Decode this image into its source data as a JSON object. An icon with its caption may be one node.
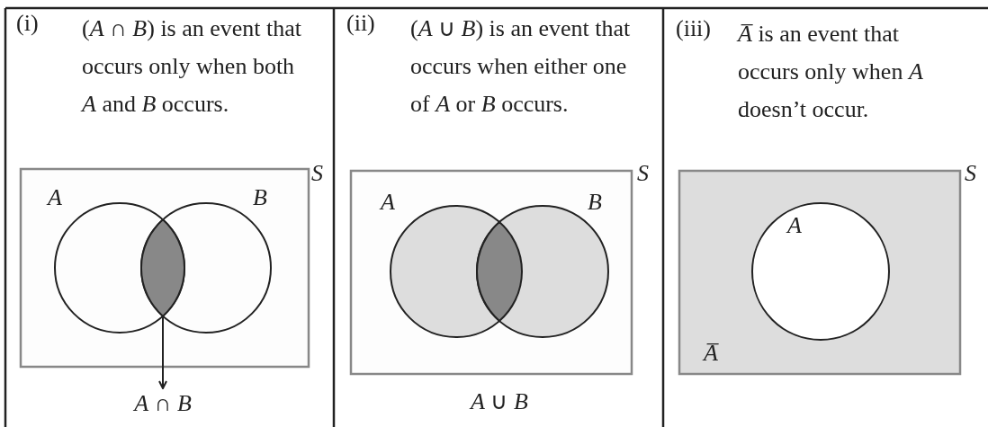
{
  "diagram": {
    "nodes": [
      {
        "text": [],
        "shape": "lens"
      },
      {
        "text": [
          "*A* ∩ *B*"
        ]
      }
    ],
    "edges": [
      {
        "from": 0,
        "to": 1,
        "arrow": "to"
      }
    ],
    "labels": [
      "(i)",
      "(*A* ∩ *B*) is an event that occurs only when both *A* and *B* occurs.",
      "*S*",
      "*A*",
      "*B*",
      "(ii)",
      "(*A* ∪ *B*) is an event that occurs when either one of *A* or *B* occurs.",
      "*S*",
      "*A*",
      "*B*",
      "*A* ∪ *B*",
      "(iii)",
      "*A̅* is an event that occurs only when *A* doesn’t occur.",
      "*S*",
      "*A*",
      "*A̅*"
    ]
  }
}
